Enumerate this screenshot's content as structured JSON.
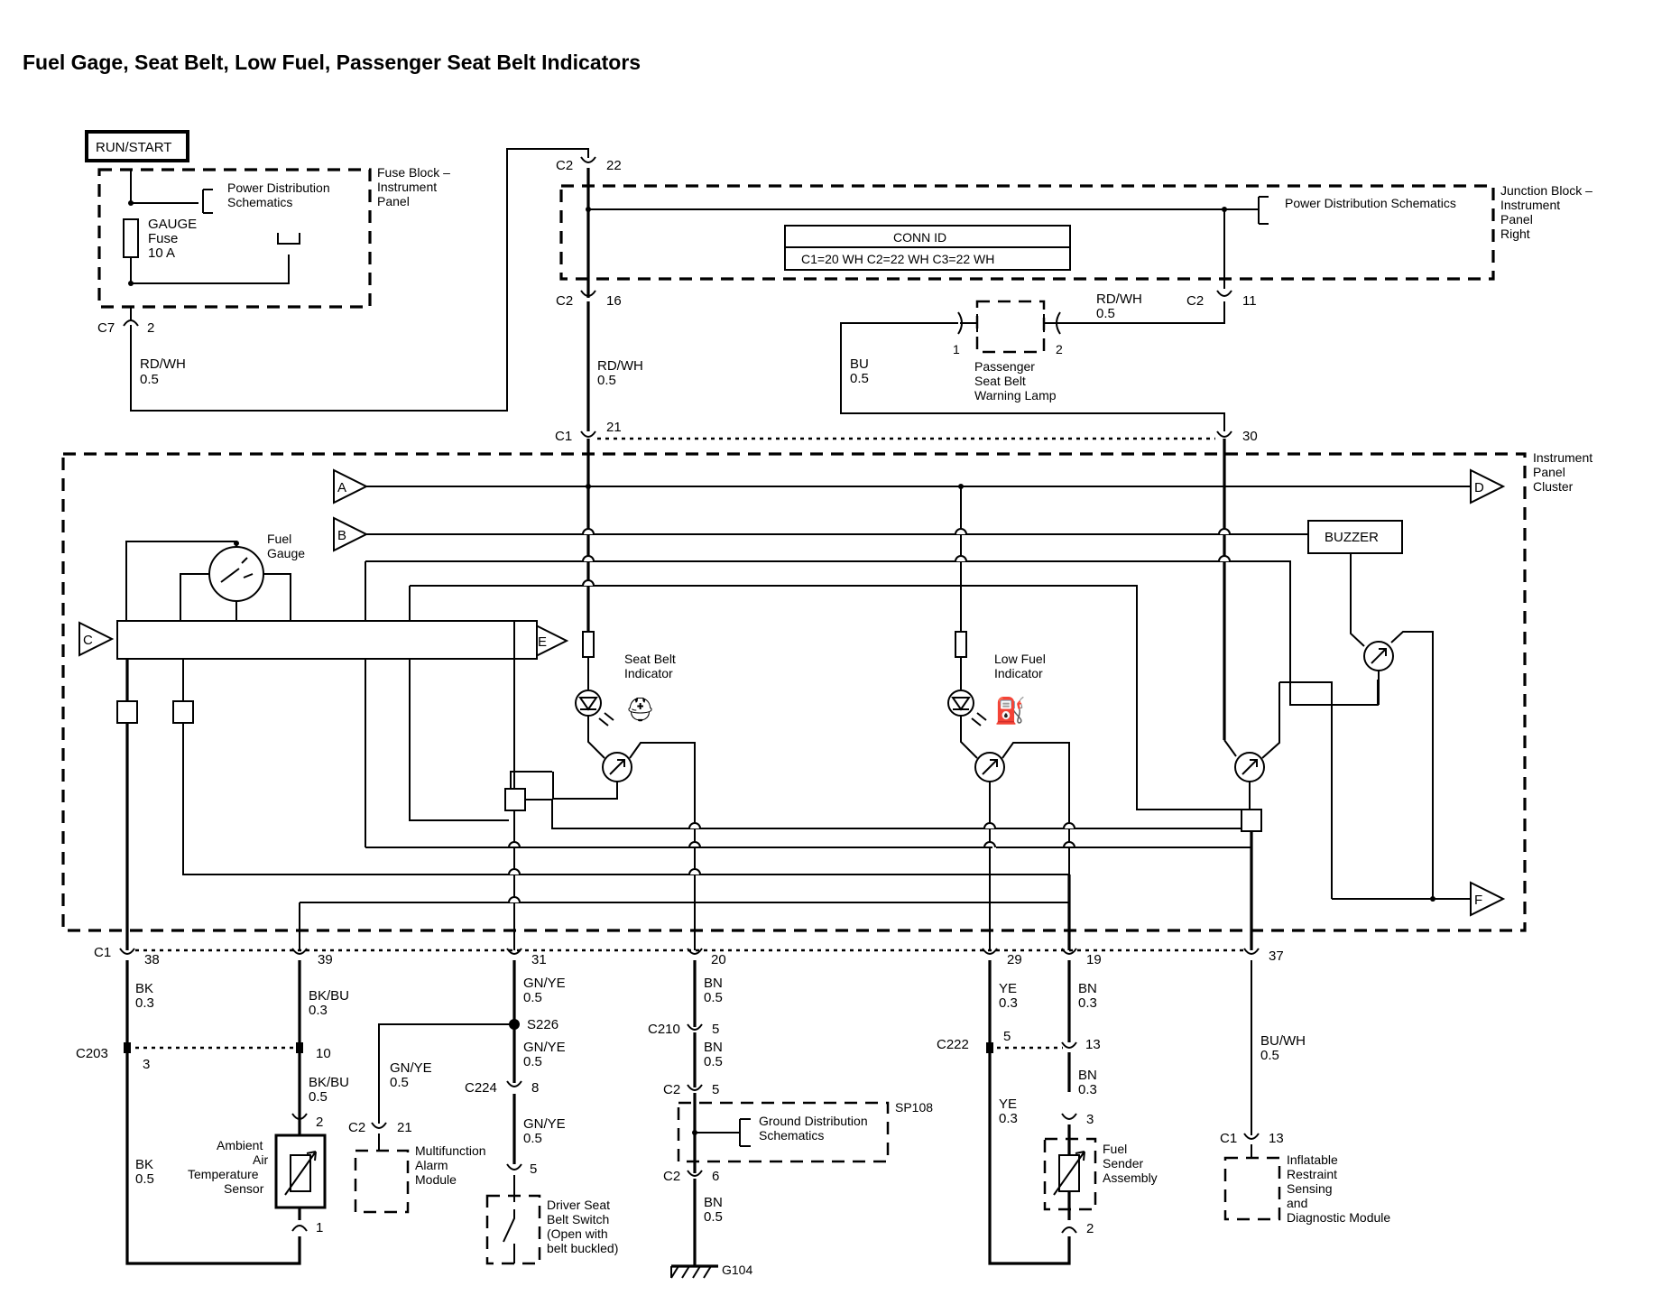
{
  "title": "Fuel Gage, Seat Belt, Low Fuel, Passenger Seat Belt Indicators",
  "run_start": "RUN/START",
  "fuse_block": {
    "name_l1": "Fuse Block –",
    "name_l2": "Instrument",
    "name_l3": "Panel",
    "pds_l1": "Power Distribution",
    "pds_l2": "Schematics",
    "fuse_l1": "GAUGE",
    "fuse_l2": "Fuse",
    "fuse_l3": "10 A"
  },
  "junction_block": {
    "name_l1": "Junction Block –",
    "name_l2": "Instrument",
    "name_l3": "Panel",
    "name_l4": "Right",
    "pds": "Power Distribution Schematics",
    "conn_id_title": "CONN ID",
    "conn_id_values": "C1=20 WH   C2=22 WH   C3=22 WH"
  },
  "connectors": {
    "c7": "C7",
    "c7_pin": "2",
    "c2": "C2",
    "c2_22": "22",
    "c2_16": "16",
    "c2_11": "11",
    "c1": "C1",
    "c1_21": "21",
    "c1_30": "30",
    "c1_38": "38",
    "c1_39": "39",
    "c1_31": "31",
    "c1_20": "20",
    "c1_29": "29",
    "c1_19": "19",
    "c1_37": "37",
    "c203": "C203",
    "c203_3": "3",
    "c203_10": "10",
    "c210": "C210",
    "c210_5": "5",
    "c2_5": "5",
    "c2_6": "6",
    "c224": "C224",
    "c224_8": "8",
    "c222": "C222",
    "c222_5": "5",
    "c222_13": "13",
    "c2_21": "21",
    "c1_13": "13",
    "s226": "S226",
    "sp108": "SP108",
    "g104": "G104",
    "pin1": "1",
    "pin2": "2",
    "pin3": "3",
    "pin5": "5"
  },
  "wires": {
    "rdwh": "RD/WH",
    "bu": "BU",
    "bk": "BK",
    "bkbu": "BK/BU",
    "gnye": "GN/YE",
    "bn": "BN",
    "ye": "YE",
    "buwh": "BU/WH",
    "g05": "0.5",
    "g03": "0.3"
  },
  "components": {
    "pass_lamp_l1": "Passenger",
    "pass_lamp_l2": "Seat Belt",
    "pass_lamp_l3": "Warning Lamp",
    "ipc_l1": "Instrument",
    "ipc_l2": "Panel",
    "ipc_l3": "Cluster",
    "fuel_gauge_l1": "Fuel",
    "fuel_gauge_l2": "Gauge",
    "seat_belt_ind_l1": "Seat Belt",
    "seat_belt_ind_l2": "Indicator",
    "low_fuel_ind_l1": "Low Fuel",
    "low_fuel_ind_l2": "Indicator",
    "buzzer": "BUZZER",
    "aats_l1": "Ambient",
    "aats_l2": "Air",
    "aats_l3": "Temperature",
    "aats_l4": "Sensor",
    "mam_l1": "Multifunction",
    "mam_l2": "Alarm",
    "mam_l3": "Module",
    "dsbs_l1": "Driver Seat",
    "dsbs_l2": "Belt Switch",
    "dsbs_l3": "(Open with",
    "dsbs_l4": "belt buckled)",
    "gds_l1": "Ground Distribution",
    "gds_l2": "Schematics",
    "fsa_l1": "Fuel",
    "fsa_l2": "Sender",
    "fsa_l3": "Assembly",
    "irs_l1": "Inflatable",
    "irs_l2": "Restraint",
    "irs_l3": "Sensing",
    "irs_l4": "and",
    "irs_l5": "Diagnostic Module"
  },
  "offpage": {
    "a": "A",
    "b": "B",
    "c": "C",
    "d": "D",
    "e": "E",
    "f": "F"
  }
}
